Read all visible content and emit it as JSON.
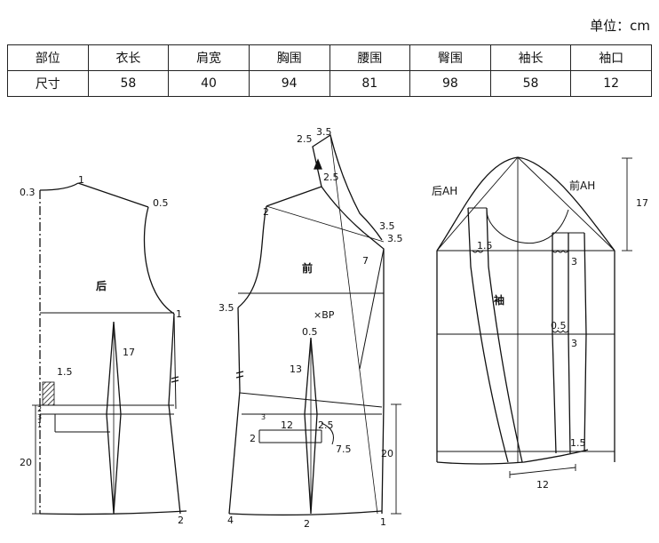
{
  "unit_label": "单位：cm",
  "table": {
    "headers": [
      "部位",
      "衣长",
      "肩宽",
      "胸围",
      "腰围",
      "臀围",
      "袖长",
      "袖口"
    ],
    "values": [
      "尺寸",
      "58",
      "40",
      "94",
      "81",
      "98",
      "58",
      "12"
    ]
  },
  "back_piece": {
    "title": "后",
    "labels": {
      "neck_drop": "0.3",
      "neck_rise": "1",
      "shoulder_ext": "0.5",
      "armhole": "1",
      "dart_length": "17",
      "cb_in": "1.5",
      "hip_depth": "20",
      "small_a": "2",
      "small_b": "3",
      "small_c": "1",
      "hem_side": "2"
    }
  },
  "front_piece": {
    "title": "前",
    "bp_label": "×BP",
    "labels": {
      "n1": "3.5",
      "n2": "2.5",
      "n3": "2.5",
      "shoulder": "2",
      "c1": "3.5",
      "c2": "3.5",
      "dart7": "7",
      "armhole": "3.5",
      "dart_top": "0.5",
      "dart_len": "13",
      "s3": "3",
      "p12": "12",
      "p25": "2.5",
      "p2": "2",
      "p75": "7.5",
      "hip_depth": "20",
      "hem_l": "4",
      "hem_m": "2",
      "hem_r": "1"
    }
  },
  "sleeve": {
    "title": "袖",
    "back_ah": "后AH",
    "front_ah": "前AH",
    "labels": {
      "cap_height": "17",
      "b15": "1.5",
      "f3": "3",
      "e05": "0.5",
      "e3": "3",
      "cuff15": "1.5",
      "cuff12": "12"
    }
  }
}
